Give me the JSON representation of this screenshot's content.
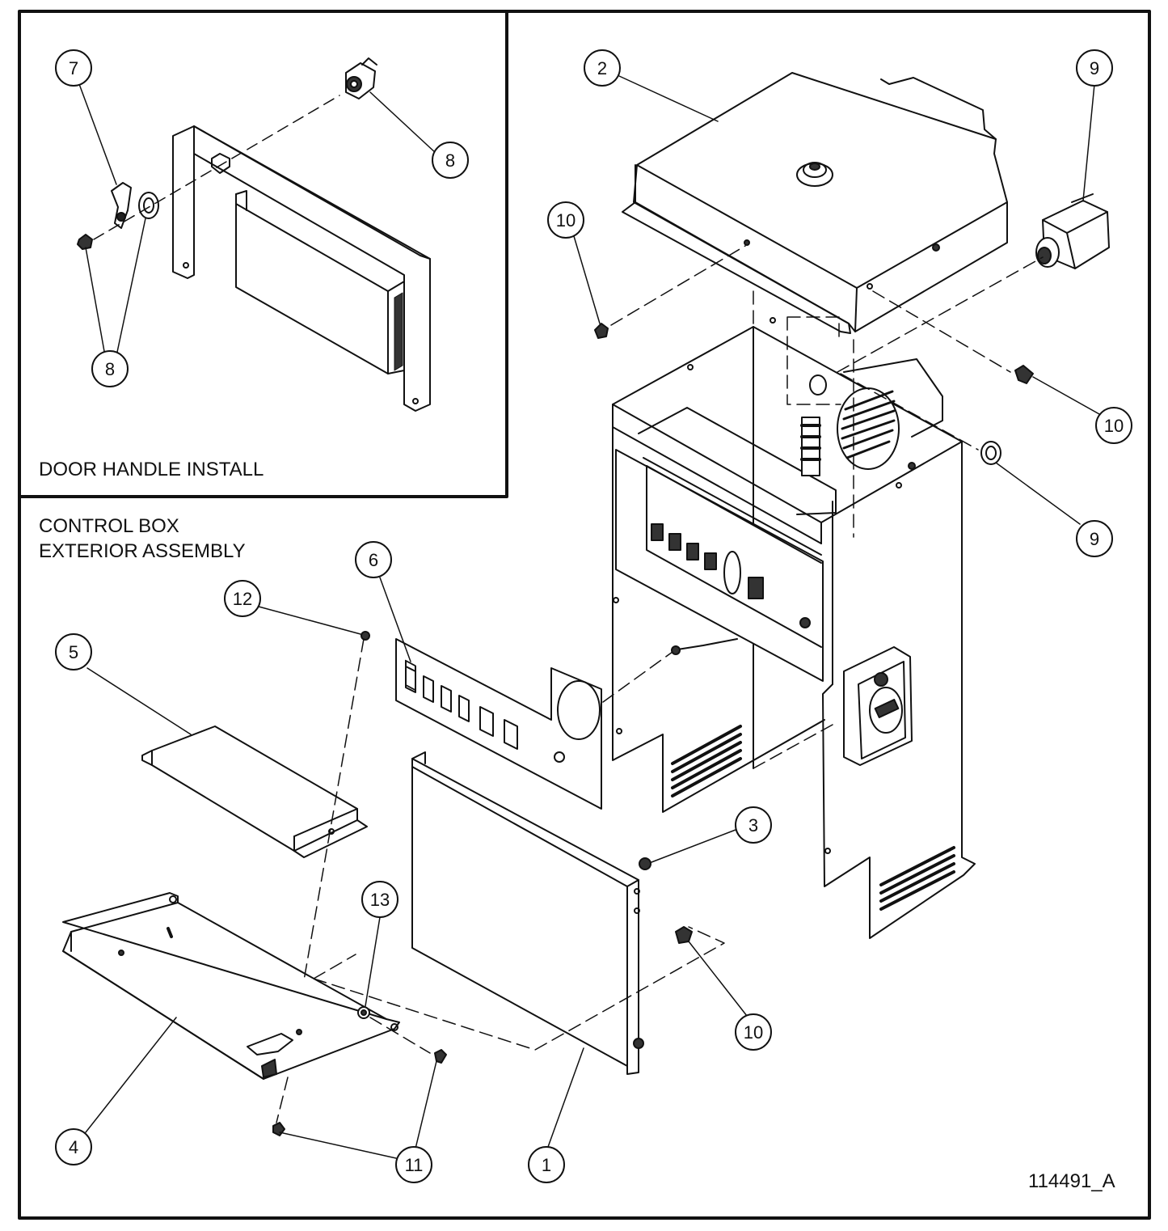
{
  "inset": {
    "title": "DOOR HANDLE INSTALL"
  },
  "main": {
    "title_line1": "CONTROL BOX",
    "title_line2": "EXTERIOR ASSEMBLY"
  },
  "drawing_number": "114491_A",
  "callouts": {
    "c7": "7",
    "c8a": "8",
    "c8b": "8",
    "c2": "2",
    "c9a": "9",
    "c10a": "10",
    "c10b": "10",
    "c9b": "9",
    "c6": "6",
    "c12": "12",
    "c5": "5",
    "c3": "3",
    "c13": "13",
    "c10c": "10",
    "c4": "4",
    "c11": "11",
    "c1": "1"
  }
}
